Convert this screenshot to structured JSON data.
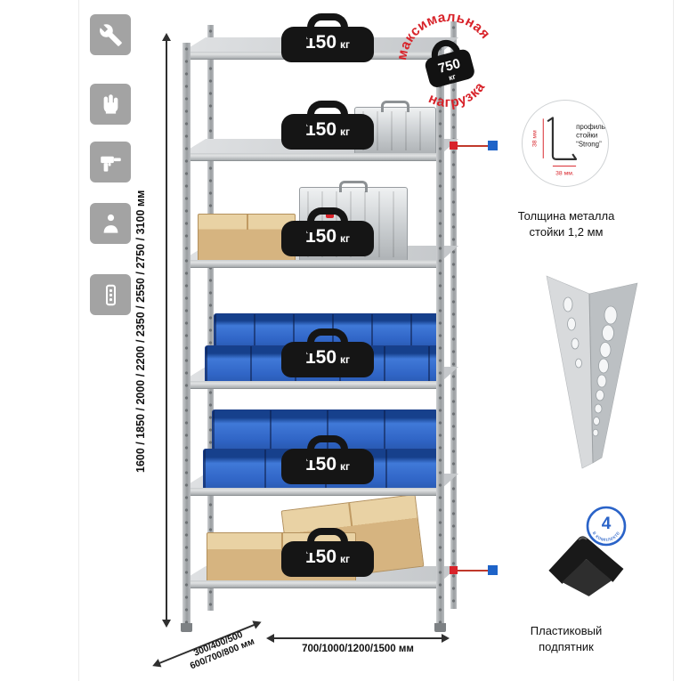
{
  "shelving": {
    "shelves": [
      {
        "load_value": "150",
        "load_unit": "кг"
      },
      {
        "load_value": "150",
        "load_unit": "кг"
      },
      {
        "load_value": "150",
        "load_unit": "кг"
      },
      {
        "load_value": "150",
        "load_unit": "кг"
      },
      {
        "load_value": "150",
        "load_unit": "кг"
      },
      {
        "load_value": "150",
        "load_unit": "кг"
      }
    ],
    "max_load": {
      "arc_top": "максимальная",
      "arc_bottom": "нагрузка",
      "value": "750",
      "unit": "кг"
    }
  },
  "dimensions": {
    "height": "1600 / 1850 / 2000 / 2200 / 2350 / 2550 / 2750 / 3100 мм",
    "depth_line1": "300/400/500",
    "depth_line2": "600/700/800 мм",
    "width": "700/1000/1200/1500 мм"
  },
  "callouts": {
    "profile": {
      "dim_vertical": "38 мм",
      "dim_horizontal": "38 мм.",
      "label_line1": "профиль",
      "label_line2": "стойки",
      "label_line3": "“Strong”",
      "caption_line1": "Толщина металла",
      "caption_line2": "стойки 1,2 мм"
    },
    "foot": {
      "badge_value": "4",
      "badge_text": "в комплекте",
      "caption_line1": "Пластиковый",
      "caption_line2": "подпятник"
    }
  },
  "icons": [
    {
      "name": "wrench-icon"
    },
    {
      "name": "gloves-icon"
    },
    {
      "name": "drill-icon"
    },
    {
      "name": "person-icon"
    },
    {
      "name": "perforated-strip-icon"
    }
  ],
  "colors": {
    "accent_red": "#d8232a",
    "accent_blue": "#1e63c8",
    "weight_black": "#151515",
    "metal_gray": "#c4c7ca",
    "bin_blue": "#3166c7",
    "cardboard": "#d6b480"
  }
}
